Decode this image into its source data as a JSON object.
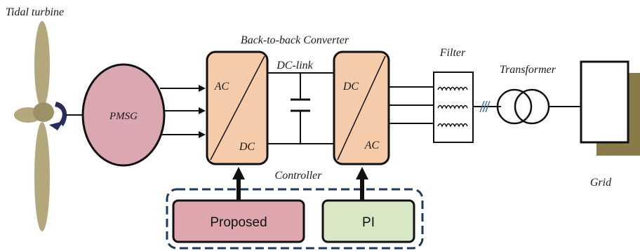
{
  "labels": {
    "tidal_turbine": "Tidal turbine",
    "pmsg": "PMSG",
    "converter": "Back-to-back Converter",
    "dc_link": "DC-link",
    "rect_top": "AC",
    "rect_bottom": "DC",
    "inv_top": "DC",
    "inv_bottom": "AC",
    "filter": "Filter",
    "transformer": "Transformer",
    "controller": "Controller",
    "grid": "Grid",
    "proposed": "Proposed",
    "pi": "PI"
  },
  "colors": {
    "blade": "#b3a77c",
    "hub": "#272b5e",
    "pmsg_fill": "#dba7b0",
    "converter_fill": "#f6cbaa",
    "proposed_fill": "#dea7ad",
    "pi_fill": "#d9e8c4",
    "dashed_frame": "#1c3b5c",
    "grid_shadow": "#8a7a48",
    "bus_mark": "#3f6ea8"
  }
}
